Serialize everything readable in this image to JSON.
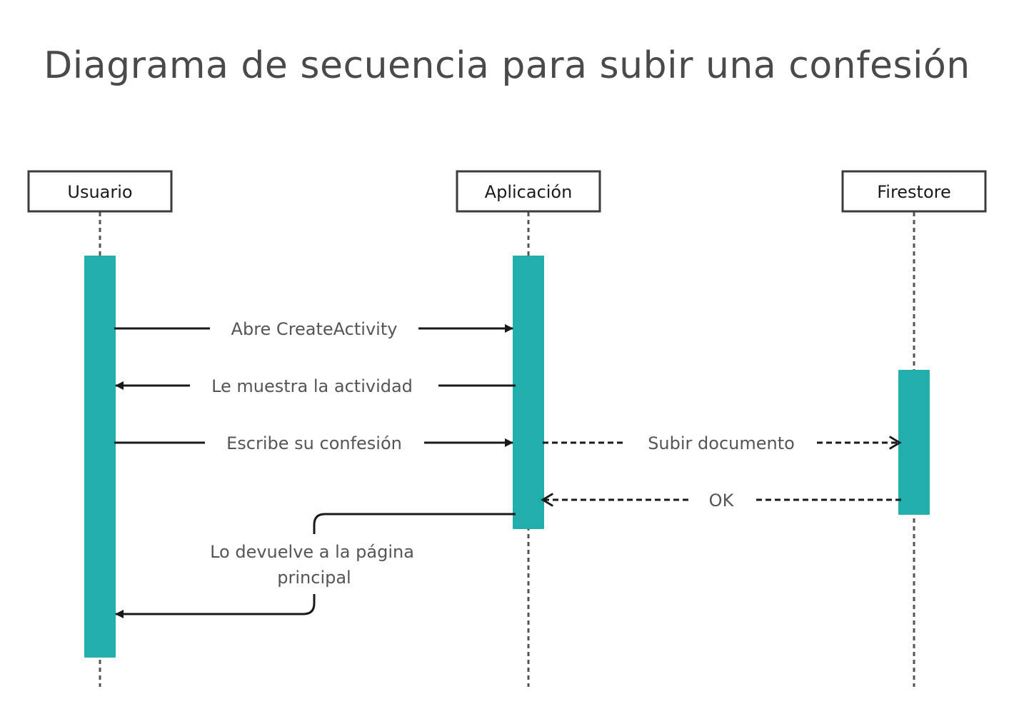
{
  "title": "Diagrama de secuencia para subir una confesión",
  "actors": [
    {
      "id": "usuario",
      "label": "Usuario"
    },
    {
      "id": "aplicacion",
      "label": "Aplicación"
    },
    {
      "id": "firestore",
      "label": "Firestore"
    }
  ],
  "messages": [
    {
      "from": "usuario",
      "to": "aplicacion",
      "style": "solid",
      "label": "Abre CreateActivity"
    },
    {
      "from": "aplicacion",
      "to": "usuario",
      "style": "solid",
      "label": "Le muestra la actividad"
    },
    {
      "from": "usuario",
      "to": "aplicacion",
      "style": "solid",
      "label": "Escribe su confesión"
    },
    {
      "from": "aplicacion",
      "to": "firestore",
      "style": "dashed",
      "label": "Subir documento"
    },
    {
      "from": "firestore",
      "to": "aplicacion",
      "style": "dashed",
      "label": "OK"
    },
    {
      "from": "aplicacion",
      "to": "usuario",
      "style": "solid",
      "label_lines": [
        "Lo devuelve a la página",
        "principal"
      ]
    }
  ],
  "colors": {
    "activation": "#22aeab",
    "line": "#1a1a1a",
    "title": "#4a4a4a"
  }
}
